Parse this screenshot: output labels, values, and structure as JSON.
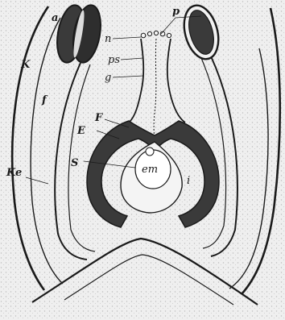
{
  "figure": {
    "colors": {
      "paper": "#e9e9e9",
      "ink": "#1a1a1a",
      "dark_tissue": "#3a3a3a",
      "light_fill": "#f4f4f4"
    },
    "labels": {
      "a": "a",
      "p": "p",
      "n": "n",
      "ps": "ps",
      "g": "g",
      "K": "K",
      "f": "f",
      "F": "F",
      "E": "E",
      "S": "S",
      "em": "em",
      "i": "i",
      "Ke": "Ke"
    }
  }
}
